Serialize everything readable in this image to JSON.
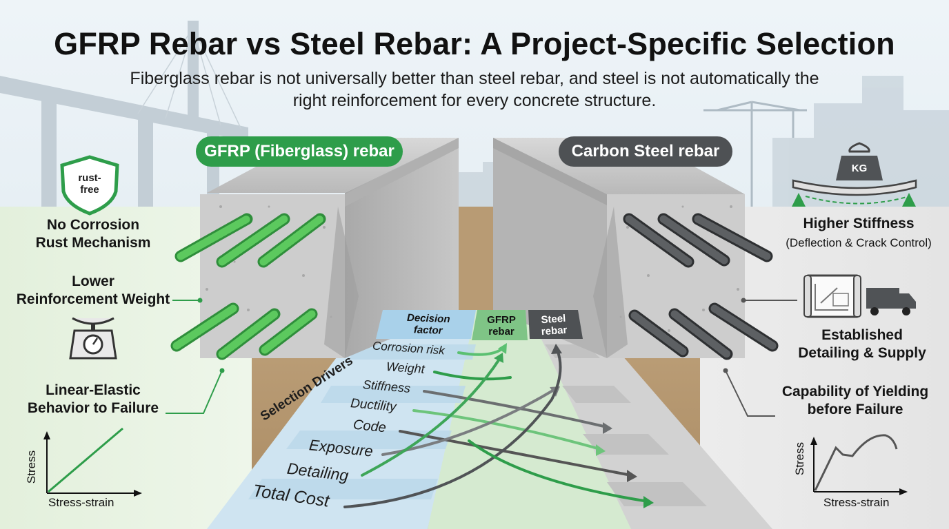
{
  "title": "GFRP Rebar vs Steel Rebar: A Project-Specific Selection",
  "subtitle_line1": "Fiberglass rebar is not universally better than steel rebar, and steel is not automatically the",
  "subtitle_line2": "right reinforcement for every concrete structure.",
  "gfrp_label": "GFRP (Fiberglass) rebar",
  "steel_label": "Carbon Steel rebar",
  "left_features": {
    "badge_line1": "rust-",
    "badge_line2": "free",
    "corrosion_line1": "No Corrosion",
    "corrosion_line2": "Rust Mechanism",
    "weight_line1": "Lower",
    "weight_line2": "Reinforcement Weight",
    "elastic_line1": "Linear-Elastic",
    "elastic_line2": "Behavior to Failure",
    "graph_ylabel": "Stress",
    "graph_xlabel": "Stress-strain"
  },
  "right_features": {
    "weight_tag": "KG",
    "stiffness_title": "Higher Stiffness",
    "stiffness_sub": "(Deflection & Crack Control)",
    "detailing_line1": "Established",
    "detailing_line2": "Detailing & Supply",
    "yield_line1": "Capability of Yielding",
    "yield_line2": "before Failure",
    "graph_ylabel": "Stress",
    "graph_xlabel": "Stress-strain"
  },
  "table": {
    "col_factor_line1": "Decision",
    "col_factor_line2": "factor",
    "col_gfrp_line1": "GFRP",
    "col_gfrp_line2": "rebar",
    "col_steel_line1": "Steel",
    "col_steel_line2": "rebar",
    "side_label": "Selection Drivers",
    "drivers": [
      "Corrosion risk",
      "Weight",
      "Stiffness",
      "Ductility",
      "Code",
      "Exposure",
      "Detailing",
      "Total Cost"
    ]
  },
  "colors": {
    "gfrp_green": "#2e9d4a",
    "steel_gray": "#4e5154",
    "concrete": "#c9c9c9",
    "gfrp_bar": "#48b84a",
    "steel_bar": "#4a4d50"
  }
}
